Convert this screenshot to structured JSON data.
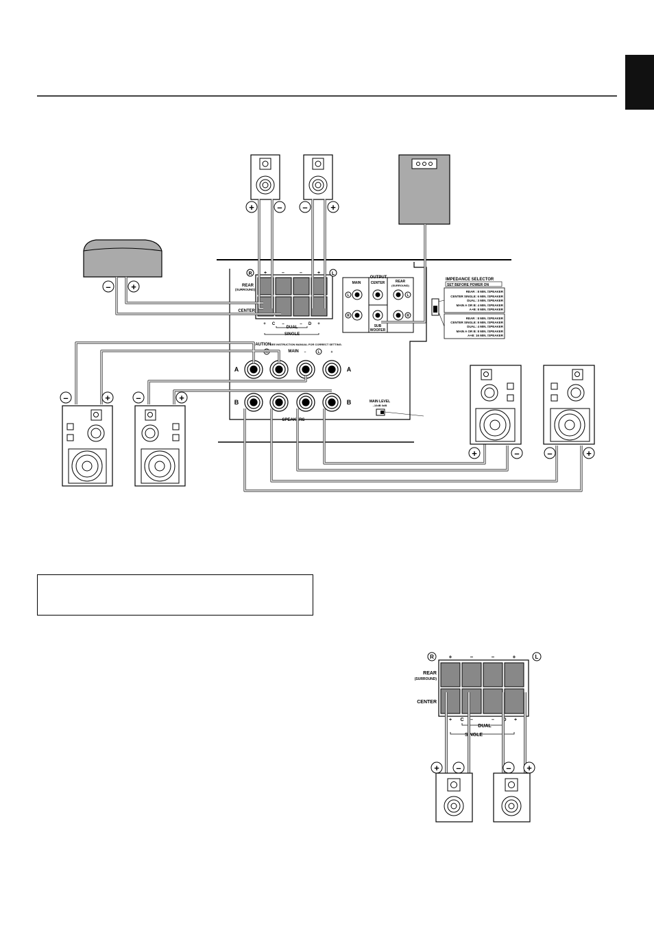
{
  "page": {
    "accent_color": "#111111",
    "cable_color": "#555555",
    "amp_panel_color": "#ffffff"
  },
  "terminal_block": {
    "r_marker": "R",
    "l_marker": "L",
    "signs": [
      "+",
      "–",
      "–",
      "+"
    ],
    "rear_label": "REAR",
    "surround_label": "(SURROUND)",
    "center_label": "CENTER",
    "bottom_signs": [
      "+",
      "C",
      "–",
      "–",
      "D",
      "+"
    ],
    "dual_label": "DUAL",
    "single_label": "SINGLE"
  },
  "output": {
    "title": "OUTPUT",
    "main": "MAIN",
    "center": "CENTER",
    "rear": "REAR",
    "rear_sub": "(SURROUND)",
    "subwoofer_1": "SUB",
    "subwoofer_2": "WOOFER",
    "l_marker": "L",
    "r_marker": "R"
  },
  "impedance": {
    "title": "IMPEDANCE SELECTOR",
    "subtitle": "SET BEFORE POWER ON",
    "upper_rows": [
      "REAR : 8  MIN. /SPEAKER",
      "CENTER  SINGLE: 6  MIN. /SPEAKER",
      "DUAL: 3  MIN. /SPEAKER",
      "MAIN  A OR B: 4  MIN. /SPEAKER",
      "A+B: 8  MIN. /SPEAKER"
    ],
    "lower_rows": [
      "REAR : 8  MIN. /SPEAKER",
      "CENTER  SINGLE: 8  MIN. /SPEAKER",
      "DUAL: 4  MIN. /SPEAKER",
      "MAIN  A OR B: 8  MIN. /SPEAKER",
      "A+B: 16  MIN. /SPEAKER"
    ]
  },
  "speakers_panel": {
    "caution": "CAUTION",
    "caution_text": "SEE INSTRUCTION MANUAL FOR CORRECT SETTING.",
    "main": "MAIN",
    "r_marker": "R",
    "l_marker": "L",
    "a_label": "A",
    "b_label": "B",
    "speakers_label": "SPEAKERS",
    "main_level": "MAIN LEVEL",
    "main_level_values": "–10dB  0dB"
  },
  "detail": {
    "r_marker": "R",
    "l_marker": "L",
    "signs": [
      "+",
      "–",
      "–",
      "+"
    ],
    "rear_label": "REAR",
    "surround_label": "(SURROUND)",
    "center_label": "CENTER",
    "bottom_signs": [
      "+",
      "C",
      "–",
      "–",
      "D",
      "+"
    ],
    "dual_label": "DUAL",
    "single_label": "SINGLE"
  },
  "polarity": {
    "plus": "+",
    "minus": "–"
  }
}
